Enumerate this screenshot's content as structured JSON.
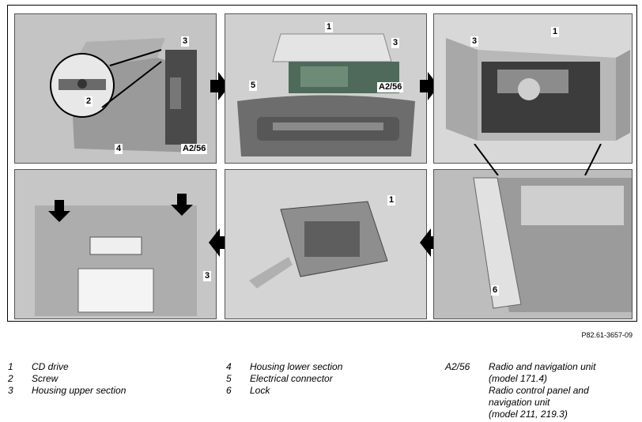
{
  "figure_id": "P82.61-3657-09",
  "panels": [
    {
      "callouts": [
        "3",
        "2",
        "4",
        "A2/56"
      ]
    },
    {
      "callouts": [
        "1",
        "3",
        "5",
        "A2/56"
      ]
    },
    {
      "callouts": [
        "3",
        "1"
      ]
    },
    {
      "callouts": [
        "3"
      ]
    },
    {
      "callouts": [
        "1"
      ]
    },
    {
      "callouts": [
        "6"
      ]
    }
  ],
  "legend": [
    {
      "key": "1",
      "text": "CD drive"
    },
    {
      "key": "2",
      "text": "Screw"
    },
    {
      "key": "3",
      "text": "Housing upper section"
    },
    {
      "key": "4",
      "text": "Housing lower section"
    },
    {
      "key": "5",
      "text": "Electrical connector"
    },
    {
      "key": "6",
      "text": "Lock"
    },
    {
      "key": "A2/56",
      "lines": [
        "Radio and navigation unit",
        "(model 171.4)",
        "Radio control panel and",
        "navigation unit",
        "(model 211, 219.3)"
      ]
    }
  ]
}
